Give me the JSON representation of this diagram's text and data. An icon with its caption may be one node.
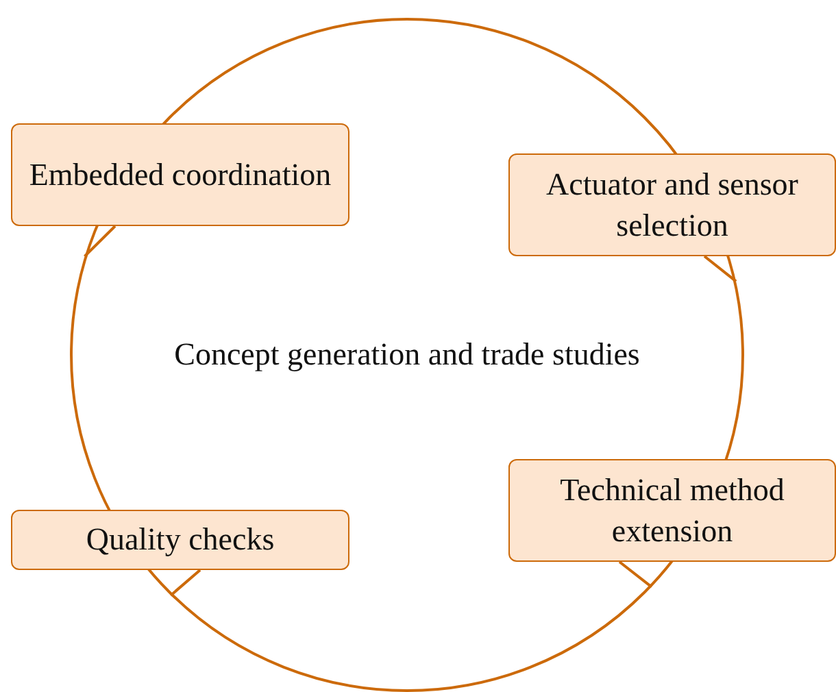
{
  "diagram": {
    "nodes": [
      {
        "text": [
          "Concept generation and trade studies"
        ]
      },
      {
        "text": [
          "Embedded coordination"
        ]
      },
      {
        "text": [
          "Actuator and sensor selection"
        ]
      },
      {
        "text": [
          "Quality checks"
        ]
      },
      {
        "text": [
          "Technical method extension"
        ]
      }
    ],
    "edges": [
      {
        "from": 0,
        "to": 1,
        "arrow": "none"
      },
      {
        "from": 0,
        "to": 2,
        "arrow": "none"
      },
      {
        "from": 0,
        "to": 3,
        "arrow": "none"
      },
      {
        "from": 0,
        "to": 4,
        "arrow": "none"
      }
    ]
  }
}
